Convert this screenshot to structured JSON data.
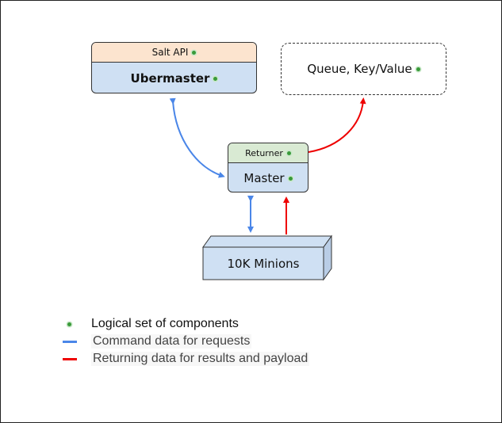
{
  "diagram": {
    "ubermaster": {
      "header": "Salt API",
      "title": "Ubermaster"
    },
    "queue": {
      "title": "Queue, Key/Value"
    },
    "master": {
      "header": "Returner",
      "title": "Master"
    },
    "minions": {
      "title": "10K Minions"
    }
  },
  "legend": {
    "logical": "Logical set of components",
    "command": "Command data for requests",
    "returning": "Returning data for results and payload"
  },
  "colors": {
    "command": "#4a86e8",
    "returning": "#ee0000",
    "component_dot": "#3a9a3a",
    "box_blue": "#cfe0f3",
    "box_orange": "#fce4cf",
    "box_green": "#d9ead3"
  }
}
